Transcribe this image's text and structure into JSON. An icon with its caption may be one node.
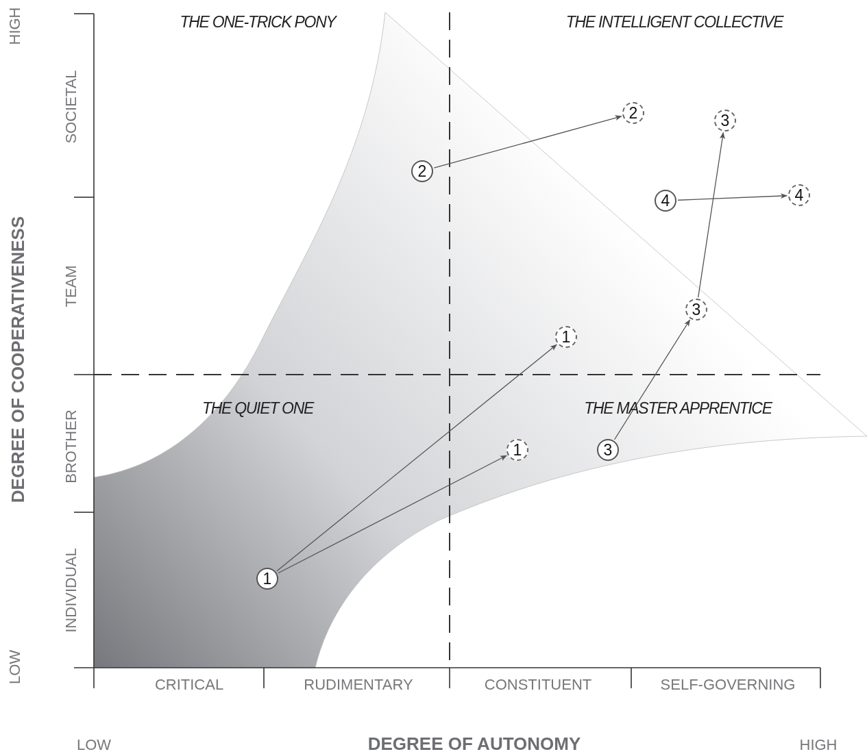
{
  "diagram": {
    "nodes": [
      {
        "text": [
          "2"
        ]
      },
      {
        "text": [
          "3"
        ]
      },
      {
        "text": [
          "2"
        ]
      },
      {
        "text": [
          "4"
        ]
      },
      {
        "text": [
          "4"
        ]
      },
      {
        "text": [
          "3"
        ]
      },
      {
        "text": [
          "1"
        ]
      },
      {
        "text": [
          "3"
        ]
      },
      {
        "text": [
          "1"
        ]
      },
      {
        "text": [
          "1"
        ]
      }
    ],
    "edges": [
      {
        "from": 2,
        "to": 0,
        "arrow": "to"
      },
      {
        "from": 3,
        "to": 4,
        "arrow": "to"
      },
      {
        "from": 7,
        "to": 5,
        "arrow": "to"
      },
      {
        "from": 5,
        "to": 1,
        "arrow": "to"
      },
      {
        "from": 9,
        "to": 6,
        "arrow": "to"
      },
      {
        "from": 9,
        "to": 8,
        "arrow": "to"
      }
    ],
    "labels": [
      "HIGH",
      "THE ONE-TRICK PONY",
      "THE INTELLIGENT COLLECTIVE",
      "SOCIETAL",
      "DEGREE OF COOPERATIVENESS",
      "TEAM",
      "THE QUIET ONE",
      "THE MASTER APPRENTICE",
      "BROTHER",
      "INDIVIDUAL",
      "LOW",
      "CRITICAL",
      "RUDIMENTARY",
      "CONSTITUENT",
      "SELF-GOVERNING",
      "LOW",
      "DEGREE OF AUTONOMY",
      "HIGH"
    ]
  }
}
